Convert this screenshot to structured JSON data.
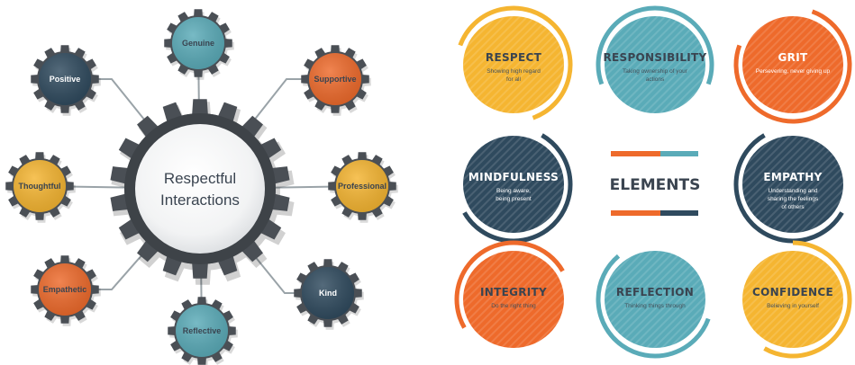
{
  "colors": {
    "teal": "#5aabb8",
    "navy": "#2f4a5e",
    "orange": "#ee6a2b",
    "yellow": "#f5b531",
    "hub_gear": "#4a4f55",
    "connector": "#9aa3a8",
    "dark_text": "#3a4450"
  },
  "left_diagram": {
    "hub": {
      "line1": "Respectful",
      "line2": "Interactions"
    },
    "gears": [
      {
        "key": "genuine",
        "label": "Genuine",
        "color": "teal",
        "text_color": "dark"
      },
      {
        "key": "supportive",
        "label": "Supportive",
        "color": "orange",
        "text_color": "dark"
      },
      {
        "key": "professional",
        "label": "Professional",
        "color": "yellow",
        "text_color": "dark"
      },
      {
        "key": "kind",
        "label": "Kind",
        "color": "navy",
        "text_color": "light"
      },
      {
        "key": "reflective",
        "label": "Reflective",
        "color": "teal",
        "text_color": "dark"
      },
      {
        "key": "empathetic",
        "label": "Empathetic",
        "color": "orange",
        "text_color": "dark"
      },
      {
        "key": "thoughtful",
        "label": "Thoughtful",
        "color": "yellow",
        "text_color": "dark"
      },
      {
        "key": "positive",
        "label": "Positive",
        "color": "navy",
        "text_color": "light"
      }
    ]
  },
  "right_diagram": {
    "center_title": "ELEMENTS",
    "elements": [
      {
        "key": "respect",
        "title": "RESPECT",
        "desc": [
          "Showing high regard",
          "for all"
        ],
        "color": "yellow",
        "title_color": "dark"
      },
      {
        "key": "responsibility",
        "title": "RESPONSIBILITY",
        "desc": [
          "Taking ownership of your",
          "actions"
        ],
        "color": "teal",
        "title_color": "dark"
      },
      {
        "key": "grit",
        "title": "GRIT",
        "desc": [
          "Persevering, never giving up"
        ],
        "color": "orange",
        "title_color": "light"
      },
      {
        "key": "mindfulness",
        "title": "MINDFULNESS",
        "desc": [
          "Being aware,",
          "being present"
        ],
        "color": "navy",
        "title_color": "light"
      },
      {
        "key": "empathy",
        "title": "EMPATHY",
        "desc": [
          "Understanding and",
          "sharing the feelings",
          "of others"
        ],
        "color": "navy",
        "title_color": "light"
      },
      {
        "key": "integrity",
        "title": "INTEGRITY",
        "desc": [
          "Do the right thing"
        ],
        "color": "orange",
        "title_color": "dark"
      },
      {
        "key": "reflection",
        "title": "REFLECTION",
        "desc": [
          "Thinking things through"
        ],
        "color": "teal",
        "title_color": "dark"
      },
      {
        "key": "confidence",
        "title": "CONFIDENCE",
        "desc": [
          "Believing in yourself"
        ],
        "color": "yellow",
        "title_color": "dark"
      }
    ]
  }
}
